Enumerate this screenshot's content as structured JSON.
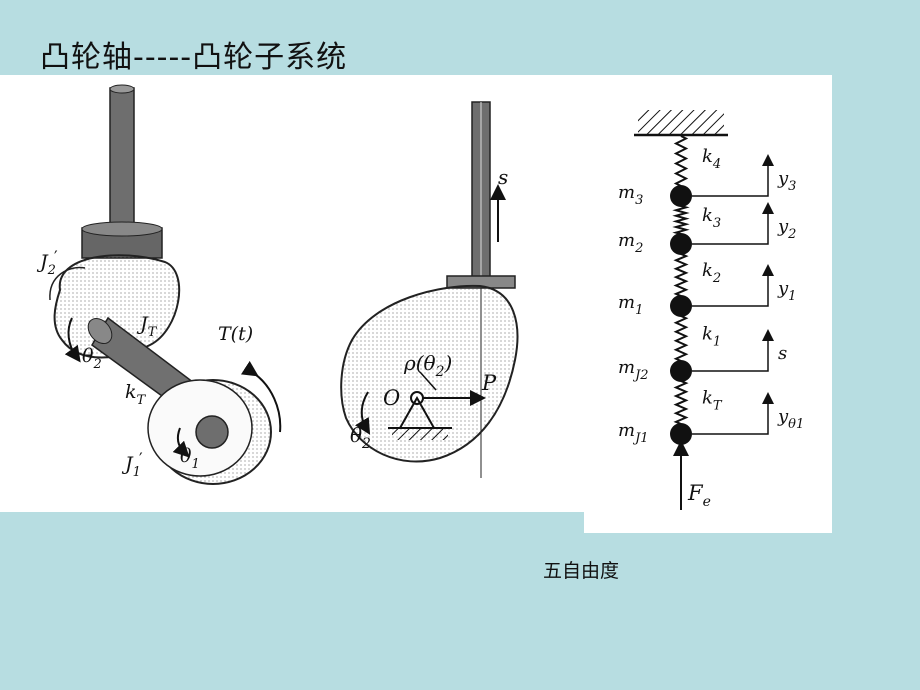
{
  "title": "凸轮轴-----凸轮子系统",
  "caption": "五自由度",
  "figure_left": {
    "labels": {
      "J2p": "J",
      "J2p_sub": "2",
      "JT": "J",
      "JT_sub": "T",
      "Tt": "T(t)",
      "theta2": "θ",
      "theta2_sub": "2",
      "kT": "k",
      "kT_sub": "T",
      "J1p": "J",
      "J1p_sub": "1",
      "theta1": "θ",
      "theta1_sub": "1"
    }
  },
  "figure_middle": {
    "labels": {
      "s": "s",
      "rho": "ρ(θ",
      "rho_sub": "2",
      "rho_close": ")",
      "O": "O",
      "P": "P",
      "theta2": "θ",
      "theta2_sub": "2"
    }
  },
  "figure_right": {
    "masses": [
      {
        "m": "m",
        "sub": "3",
        "y": "y",
        "ysub": "3",
        "k": "k",
        "ksub": "4"
      },
      {
        "m": "m",
        "sub": "2",
        "y": "y",
        "ysub": "2",
        "k": "k",
        "ksub": "3"
      },
      {
        "m": "m",
        "sub": "1",
        "y": "y",
        "ysub": "1",
        "k": "k",
        "ksub": "2"
      },
      {
        "m": "m",
        "sub": "J2",
        "y": "s",
        "ysub": "",
        "k": "k",
        "ksub": "1"
      },
      {
        "m": "m",
        "sub": "J1",
        "y": "y",
        "ysub": "θ1",
        "k": "k",
        "ksub": "T"
      }
    ],
    "force": "F",
    "force_sub": "e"
  }
}
